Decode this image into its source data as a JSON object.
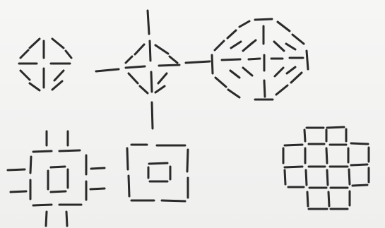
{
  "figures": [
    {
      "id": "small-diamond-cross"
    },
    {
      "id": "diamond-cross-with-arms"
    },
    {
      "id": "large-octagon-diamond"
    },
    {
      "id": "square-with-inner-square-and-arms"
    },
    {
      "id": "nested-squares"
    },
    {
      "id": "grid-of-cells"
    }
  ],
  "colors": {
    "background": "#f3f3f2",
    "stroke": "#2a2a2a"
  }
}
